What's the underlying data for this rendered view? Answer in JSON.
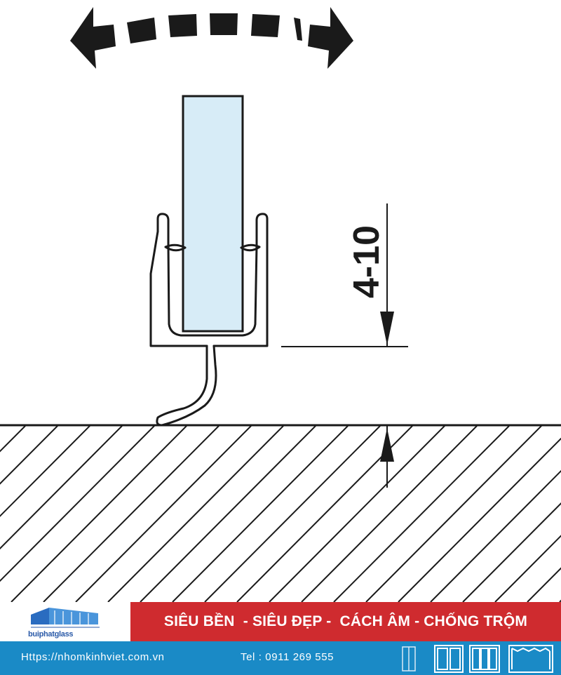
{
  "dimension_label": "4-10",
  "colors": {
    "line": "#1a1a1a",
    "glass": "#d7ecf7",
    "banner_red": "#cf2b2f",
    "banner_blue": "#1a8ac6",
    "logo_blue": "#2a5aa8"
  },
  "icons": [
    "double-arrow-icon",
    "building-logo-icon",
    "glass-door-icon",
    "window-icon",
    "sliding-window-icon",
    "folding-door-icon"
  ],
  "banner": {
    "brand": "buiphatglass",
    "slogan": "SIÊU BỀN  - SIÊU ĐẸP -  CÁCH ÂM - CHỐNG TRỘM",
    "website": "Https://nhomkinhviet.com.vn",
    "phone": "Tel : 0911 269 555"
  }
}
